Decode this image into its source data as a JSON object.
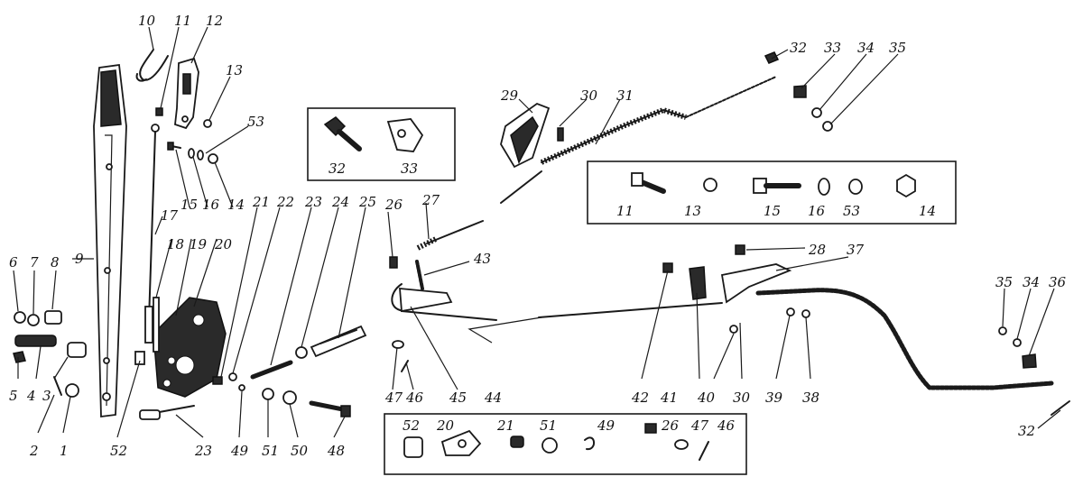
{
  "diagram": {
    "labels": {
      "n1": "1",
      "n2": "2",
      "n3": "3",
      "n4": "4",
      "n5": "5",
      "n6": "6",
      "n7": "7",
      "n8": "8",
      "n9": "9",
      "n10": "10",
      "n11": "11",
      "n12": "12",
      "n13": "13",
      "n14": "14",
      "n15": "15",
      "n16": "16",
      "n17": "17",
      "n18": "18",
      "n19": "19",
      "n20": "20",
      "n21": "21",
      "n22": "22",
      "n23a": "23",
      "n23b": "23",
      "n24": "24",
      "n25": "25",
      "n26": "26",
      "n27": "27",
      "n28": "28",
      "n29": "29",
      "n30a": "30",
      "n30b": "30",
      "n31": "31",
      "n32a": "32",
      "n32b": "32",
      "n33": "33",
      "n34a": "34",
      "n34b": "34",
      "n35a": "35",
      "n35b": "35",
      "n36": "36",
      "n37": "37",
      "n38": "38",
      "n39": "39",
      "n40": "40",
      "n41": "41",
      "n42": "42",
      "n43": "43",
      "n44": "44",
      "n45": "45",
      "n46": "46",
      "n47": "47",
      "n48": "48",
      "n49": "49",
      "n50": "50",
      "n51": "51",
      "n52": "52",
      "n53": "53"
    },
    "inset_bolt_bracket": {
      "a": "32",
      "b": "33"
    },
    "inset_hardware": {
      "a": "11",
      "b": "13",
      "c": "15",
      "d": "16",
      "e": "53",
      "f": "14"
    },
    "inset_small_parts": {
      "a": "52",
      "b": "20",
      "c": "21",
      "d": "51",
      "e": "49",
      "f": "26",
      "g": "47",
      "h": "46"
    }
  }
}
